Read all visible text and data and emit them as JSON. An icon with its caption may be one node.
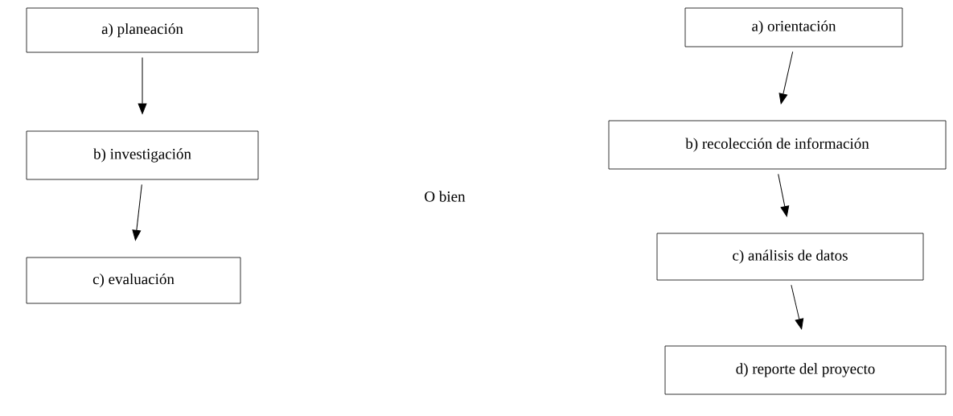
{
  "diagram": {
    "nodes": [
      {
        "text": [
          "a) planeación"
        ]
      },
      {
        "text": [
          "b) investigación"
        ]
      },
      {
        "text": [
          "c) evaluación"
        ]
      },
      {
        "text": [
          "a) orientación"
        ]
      },
      {
        "text": [
          "b) recolección de información"
        ]
      },
      {
        "text": [
          "c) análisis de datos"
        ]
      },
      {
        "text": [
          "d) reporte del proyecto"
        ]
      }
    ],
    "edges": [
      {
        "from": 0,
        "to": 1,
        "arrow": "to"
      },
      {
        "from": 1,
        "to": 2,
        "arrow": "to"
      },
      {
        "from": 3,
        "to": 4,
        "arrow": "to"
      },
      {
        "from": 4,
        "to": 5,
        "arrow": "to"
      },
      {
        "from": 5,
        "to": 6,
        "arrow": "to"
      }
    ],
    "labels": [
      "O bien"
    ]
  }
}
